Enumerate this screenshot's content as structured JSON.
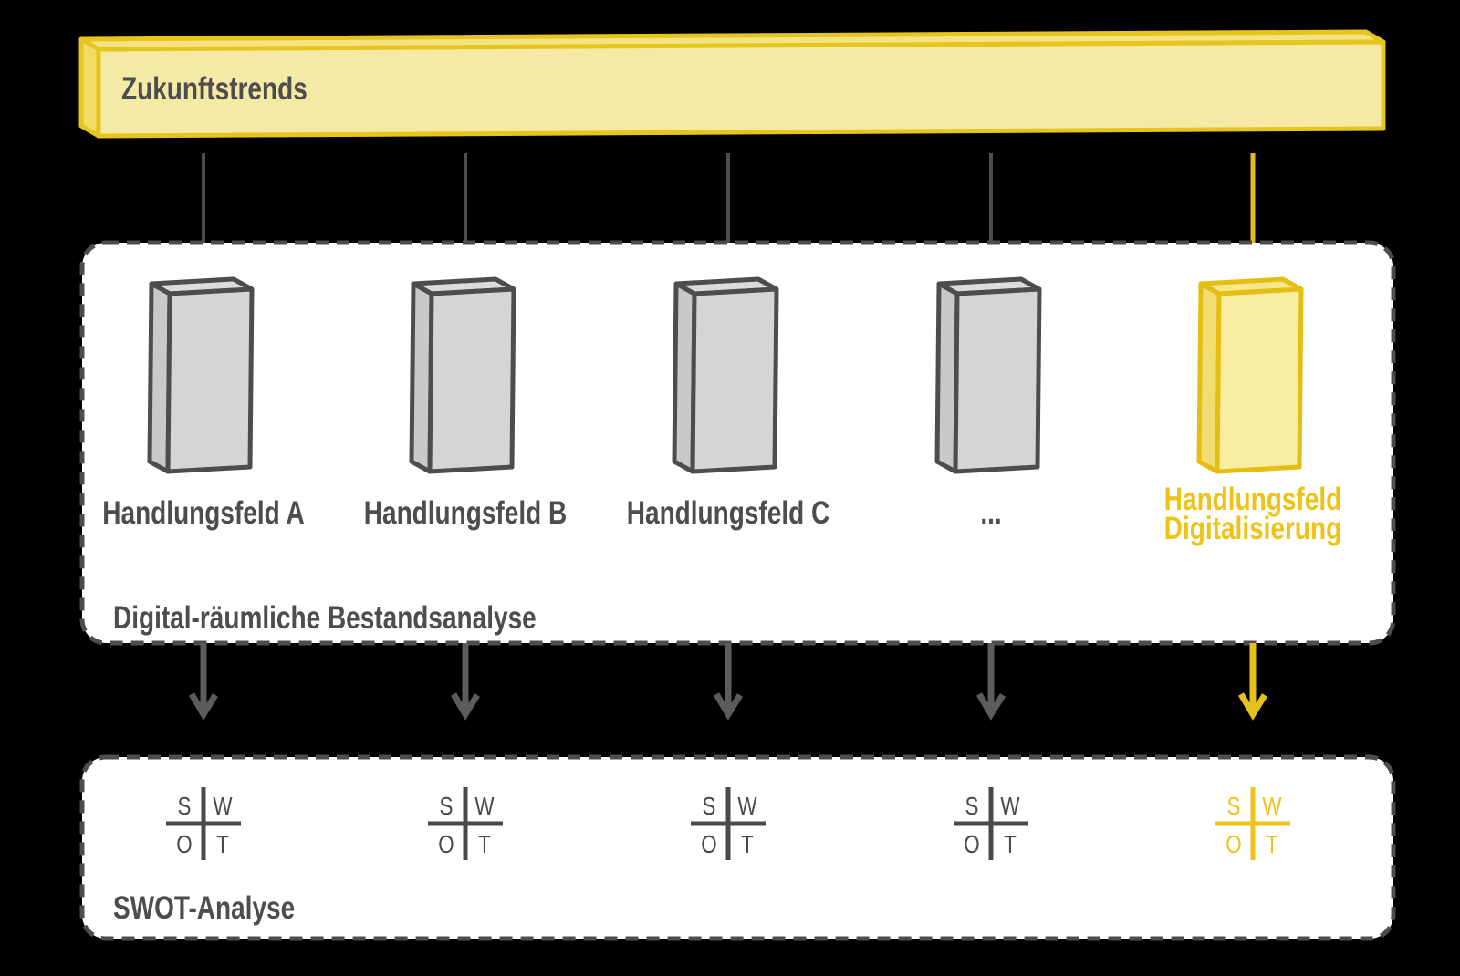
{
  "title_bar": {
    "label": "Zukunftstrends"
  },
  "analysis_section": {
    "caption": "Digital-räumliche Bestandsanalyse",
    "columns": [
      {
        "label": "Handlungsfeld A",
        "highlighted": false
      },
      {
        "label": "Handlungsfeld B",
        "highlighted": false
      },
      {
        "label": "Handlungsfeld C",
        "highlighted": false
      },
      {
        "label": "...",
        "highlighted": false
      },
      {
        "label": "Handlungsfeld Digitalisierung",
        "highlighted": true
      }
    ]
  },
  "swot_section": {
    "caption": "SWOT-Analyse",
    "quadrants": {
      "top_left": "S",
      "top_right": "W",
      "bottom_left": "O",
      "bottom_right": "T"
    }
  },
  "colors": {
    "background": "#000000",
    "panel_fill": "#ffffff",
    "outline_gray": "#4d4d4d",
    "box_gray": "#d5d5d5",
    "accent_yellow_border": "#e6c51e",
    "accent_yellow_fill": "#f5e9a6",
    "accent_yellow_text": "#efc216"
  }
}
